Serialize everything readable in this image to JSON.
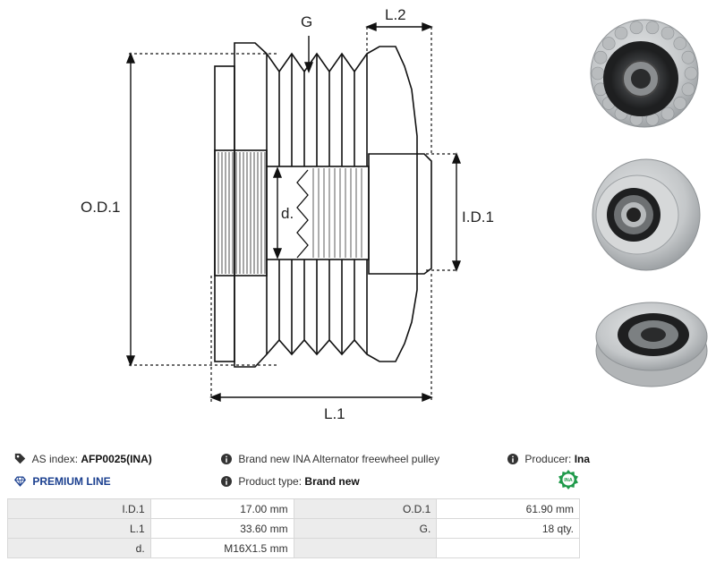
{
  "drawing": {
    "labels": {
      "g": "G",
      "l2": "L.2",
      "od1": "O.D.1",
      "id1": "I.D.1",
      "d": "d.",
      "l1": "L.1"
    }
  },
  "info": {
    "as_index_label": "AS index:",
    "as_index_value": "AFP0025(INA)",
    "description": "Brand new INA Alternator freewheel pulley",
    "producer_label": "Producer:",
    "producer_value": "Ina",
    "premium_line": "PREMIUM LINE",
    "product_type_label": "Product type:",
    "product_type_value": "Brand new",
    "brand_logo_text": "INA"
  },
  "specs": {
    "rows": [
      {
        "l1": "I.D.1",
        "v1": "17.00 mm",
        "l2": "O.D.1",
        "v2": "61.90 mm"
      },
      {
        "l1": "L.1",
        "v1": "33.60 mm",
        "l2": "G.",
        "v2": "18 qty."
      },
      {
        "l1": "d.",
        "v1": "M16X1.5 mm",
        "l2": "",
        "v2": ""
      }
    ]
  },
  "colors": {
    "premium_accent": "#1a3f8f",
    "ina_logo_green": "#1f9a4a",
    "pulley_metal": "#c9ccce",
    "pulley_dark": "#2a2a2a",
    "table_label_bg": "#ececec"
  },
  "icons": [
    "tag-icon",
    "info-icon",
    "diamond-icon",
    "ina-logo"
  ]
}
